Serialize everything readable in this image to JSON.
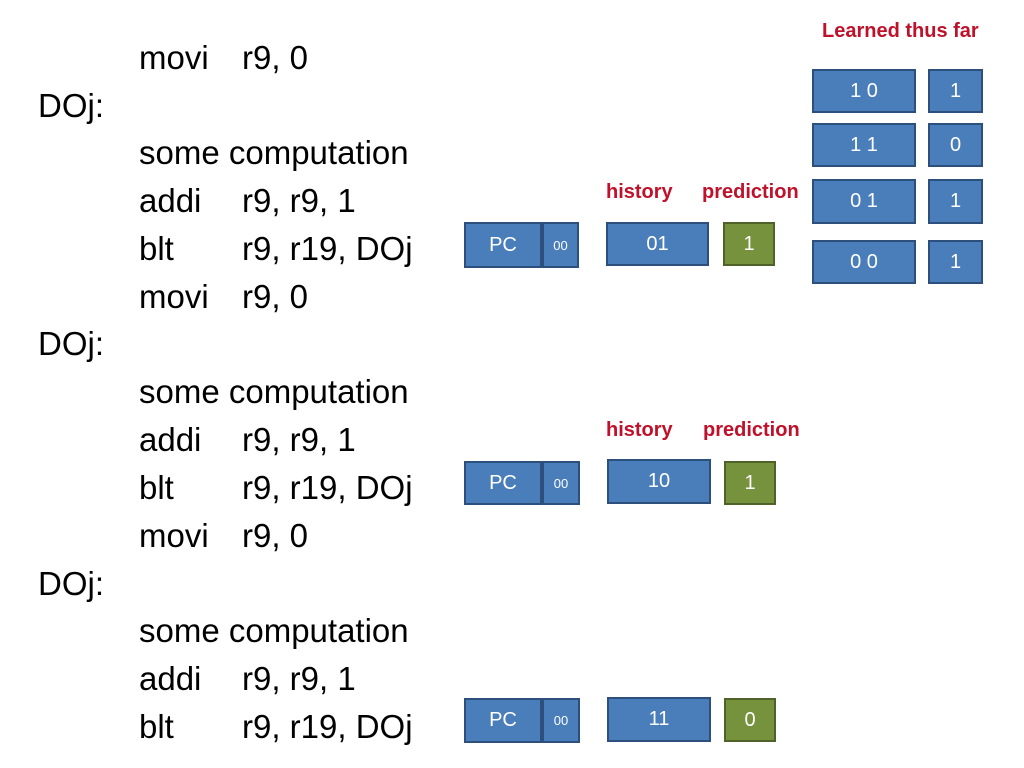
{
  "program": {
    "block_1": {
      "movi": "movi",
      "movi_args": "r9, 0",
      "label": "DOj:",
      "comp": "some computation",
      "addi": "addi",
      "addi_args": "r9, r9, 1",
      "blt": "blt",
      "blt_args": "r9, r19, DOj"
    },
    "block_2": {
      "movi": "movi",
      "movi_args": "r9, 0",
      "label": "DOj:",
      "comp": "some computation",
      "addi": "addi",
      "addi_args": "r9, r9, 1",
      "blt": "blt",
      "blt_args": "r9, r19, DOj"
    },
    "block_3": {
      "movi": "movi",
      "movi_args": "r9, 0",
      "label": "DOj:",
      "comp": "some computation",
      "addi": "addi",
      "addi_args": "r9, r9, 1",
      "blt": "blt",
      "blt_args": "r9, r19, DOj"
    }
  },
  "predictor_rows": [
    {
      "history_label": "history",
      "prediction_label": "prediction",
      "pc": "PC",
      "pc_bits": "00",
      "history": "01",
      "prediction": "1"
    },
    {
      "history_label": "history",
      "prediction_label": "prediction",
      "pc": "PC",
      "pc_bits": "00",
      "history": "10",
      "prediction": "1"
    },
    {
      "history_label": "",
      "prediction_label": "",
      "pc": "PC",
      "pc_bits": "00",
      "history": "11",
      "prediction": "0"
    }
  ],
  "learned": {
    "title": "Learned thus far",
    "entries": [
      {
        "history": "1 0",
        "prediction": "1"
      },
      {
        "history": "1 1",
        "prediction": "0"
      },
      {
        "history": "0 1",
        "prediction": "1"
      },
      {
        "history": "0 0",
        "prediction": "1"
      }
    ]
  },
  "colors": {
    "box_blue": "#4a7ebb",
    "box_green": "#76923c",
    "label_red": "#c0102a"
  }
}
